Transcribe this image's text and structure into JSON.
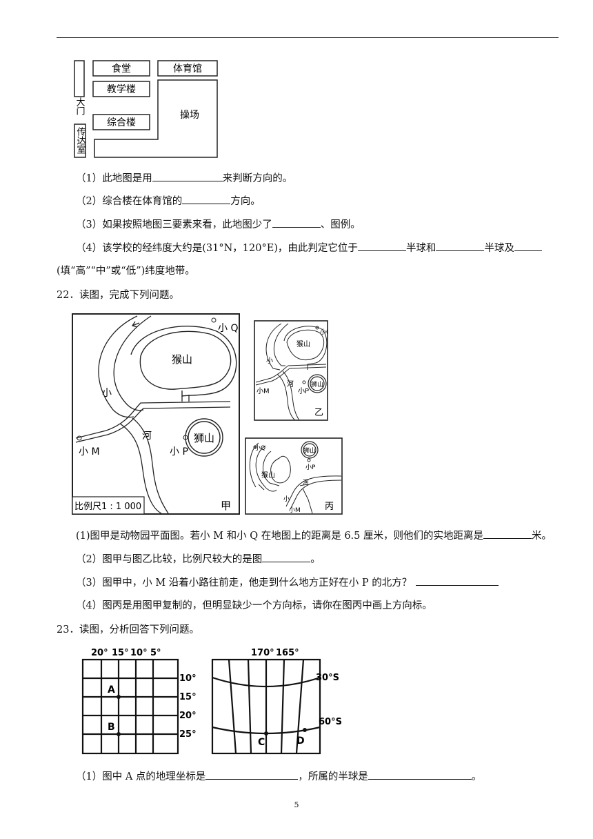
{
  "school_map": {
    "canteen": "食堂",
    "gym": "体育馆",
    "teaching_bldg": "教学楼",
    "complex_bldg": "综合楼",
    "playground": "操场",
    "gate": "大门",
    "guard_room": "传达室"
  },
  "q21": {
    "p1_a": "（1）此地图是用",
    "p1_b": "来判断方向的。",
    "p2_a": "（2）综合楼在体育馆的",
    "p2_b": "方向。",
    "p3_a": "（3）如果按照地图三要素来看，此地图少了",
    "p3_b": "、图例。",
    "p4_a": "（4）该学校的经纬度大约是(31°N，120°E)，由此判定它位于",
    "p4_b": "半球和",
    "p4_c": "半球及",
    "p4_d": "(填“高”“中”或“低”)纬度地带。"
  },
  "q22": {
    "title": "22．读图，完成下列问题。",
    "map": {
      "monkey_hill": "猴山",
      "lion_hill": "狮山",
      "small": "小",
      "river": "河",
      "xiao_m": "小 M",
      "xiao_p": "小 P",
      "xiao_q": "小 Q",
      "scale": "比例尺1 : 1 000",
      "jia": "甲",
      "yi": "乙",
      "bing": "丙",
      "q_short": "小Q",
      "p_short": "小P",
      "m_short": "小M"
    },
    "p1_a": "(1)图甲是动物园平面图。若小 M 和小 Q 在地图上的距离是 6.5 厘米，则他们的实地距离是",
    "p1_b": "米。",
    "p2_a": "（2）图甲与图乙比较，比例尺较大的是图",
    "p2_b": "。",
    "p3_a": "（3）图甲中，小 M 沿着小路往前走，他走到什么地方正好在小 P 的北方？",
    "p4": "（4）图丙是用图甲复制的，但明显缺少一个方向标，请你在图丙中画上方向标。"
  },
  "q23": {
    "title": "23．读图，分析回答下列问题。",
    "left_top_labels": [
      "20°",
      "15°",
      "10°",
      "5°"
    ],
    "left_right_labels": [
      "10°",
      "15°",
      "20°",
      "25°"
    ],
    "point_a": "A",
    "point_b": "B",
    "right_top_labels": [
      "170°",
      "165°"
    ],
    "lat_30": "30°S",
    "lat_60": "60°S",
    "point_c": "C",
    "point_d": "D",
    "p1_a": "（1）图中 A 点的地理坐标是",
    "p1_b": "，所属的半球是",
    "p1_c": "。"
  },
  "page_number": "5"
}
